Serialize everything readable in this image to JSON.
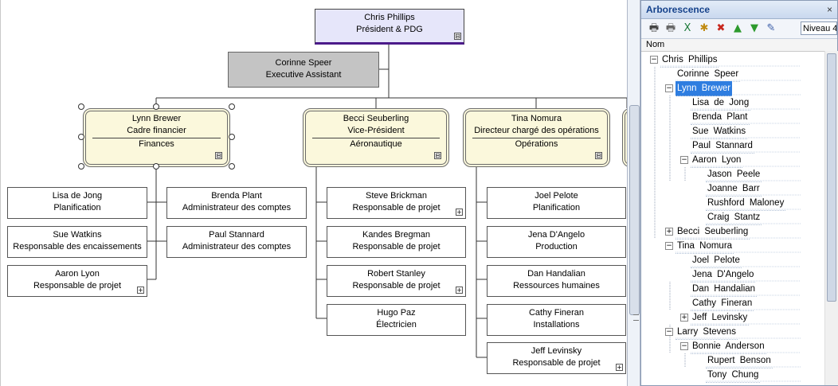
{
  "org": {
    "ceo": {
      "name": "Chris Phillips",
      "title": "Président & PDG",
      "expander": "⊟"
    },
    "assistant": {
      "name": "Corinne  Speer",
      "title": "Executive Assistant"
    },
    "vps": [
      {
        "name": "Lynn  Brewer",
        "title": "Cadre financier",
        "dept": "Finances",
        "expander": "⊟"
      },
      {
        "name": "Becci  Seuberling",
        "title": "Vice-Président",
        "dept": "Aéronautique",
        "expander": "⊟"
      },
      {
        "name": "Tina  Nomura",
        "title": "Directeur chargé des opérations",
        "dept": "Opérations",
        "expander": "⊟"
      }
    ],
    "reports": [
      {
        "name": "Lisa de Jong",
        "title": "Planification",
        "expander": ""
      },
      {
        "name": "Sue  Watkins",
        "title": "Responsable des encaissements",
        "expander": ""
      },
      {
        "name": "Aaron  Lyon",
        "title": "Responsable de projet",
        "expander": "+"
      },
      {
        "name": "Brenda  Plant",
        "title": "Administrateur des comptes",
        "expander": ""
      },
      {
        "name": "Paul  Stannard",
        "title": "Administrateur des comptes",
        "expander": ""
      },
      {
        "name": "Steve  Brickman",
        "title": "Responsable de projet",
        "expander": "+"
      },
      {
        "name": "Kandes  Bregman",
        "title": "Responsable de projet",
        "expander": ""
      },
      {
        "name": "Robert  Stanley",
        "title": "Responsable de projet",
        "expander": "+"
      },
      {
        "name": "Hugo  Paz",
        "title": "Électricien",
        "expander": ""
      },
      {
        "name": "Joel  Pelote",
        "title": "Planification",
        "expander": ""
      },
      {
        "name": "Jena  D'Angelo",
        "title": "Production",
        "expander": ""
      },
      {
        "name": "Dan  Handalian",
        "title": "Ressources humaines",
        "expander": ""
      },
      {
        "name": "Cathy  Fineran",
        "title": "Installations",
        "expander": ""
      },
      {
        "name": "Jeff  Levinsky",
        "title": "Responsable de projet",
        "expander": "+"
      }
    ]
  },
  "panel": {
    "title": "Arborescence",
    "close": "×",
    "column_header": "Nom",
    "level_select": "Niveau 4",
    "toolbar": [
      {
        "icon": "print-icon",
        "glyph": "🖶",
        "color": "#444"
      },
      {
        "icon": "print-preview-icon",
        "glyph": "🖶",
        "color": "#666"
      },
      {
        "icon": "excel-export-icon",
        "glyph": "X",
        "color": "#1d7a3a"
      },
      {
        "icon": "add-person-icon",
        "glyph": "✱",
        "color": "#c08a10"
      },
      {
        "icon": "delete-person-icon",
        "glyph": "✖",
        "color": "#c8281e"
      },
      {
        "icon": "move-up-icon",
        "glyph": "▲",
        "color": "#2d9a2d"
      },
      {
        "icon": "move-down-icon",
        "glyph": "▼",
        "color": "#2d9a2d"
      },
      {
        "icon": "edit-icon",
        "glyph": "✎",
        "color": "#3a5da8"
      }
    ],
    "tree": [
      {
        "label": "Chris  Phillips",
        "toggle": "−",
        "selected": false
      },
      {
        "label": "Corinne  Speer",
        "toggle": "",
        "selected": false
      },
      {
        "label": "Lynn  Brewer",
        "toggle": "−",
        "selected": true
      },
      {
        "label": "Lisa de Jong",
        "toggle": "",
        "selected": false
      },
      {
        "label": "Brenda  Plant",
        "toggle": "",
        "selected": false
      },
      {
        "label": "Sue  Watkins",
        "toggle": "",
        "selected": false
      },
      {
        "label": "Paul  Stannard",
        "toggle": "",
        "selected": false
      },
      {
        "label": "Aaron  Lyon",
        "toggle": "−",
        "selected": false
      },
      {
        "label": "Jason  Peele",
        "toggle": "",
        "selected": false
      },
      {
        "label": "Joanne  Barr",
        "toggle": "",
        "selected": false
      },
      {
        "label": "Rushford  Maloney",
        "toggle": "",
        "selected": false
      },
      {
        "label": "Craig  Stantz",
        "toggle": "",
        "selected": false
      },
      {
        "label": "Becci  Seuberling",
        "toggle": "+",
        "selected": false
      },
      {
        "label": "Tina  Nomura",
        "toggle": "−",
        "selected": false
      },
      {
        "label": "Joel  Pelote",
        "toggle": "",
        "selected": false
      },
      {
        "label": "Jena  D'Angelo",
        "toggle": "",
        "selected": false
      },
      {
        "label": "Dan  Handalian",
        "toggle": "",
        "selected": false
      },
      {
        "label": "Cathy  Fineran",
        "toggle": "",
        "selected": false
      },
      {
        "label": "Jeff  Levinsky",
        "toggle": "+",
        "selected": false
      },
      {
        "label": "Larry  Stevens",
        "toggle": "−",
        "selected": false
      },
      {
        "label": "Bonnie  Anderson",
        "toggle": "−",
        "selected": false
      },
      {
        "label": "Rupert  Benson",
        "toggle": "",
        "selected": false
      },
      {
        "label": "Tony  Chung",
        "toggle": "",
        "selected": false
      }
    ]
  }
}
